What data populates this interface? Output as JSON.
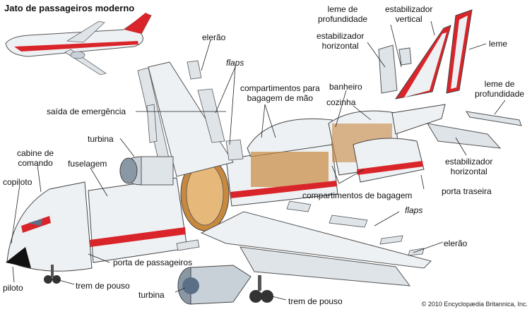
{
  "title": "Jato de passageiros moderno",
  "credit": "© 2010 Encyclopædia Britannica, Inc.",
  "labels": {
    "leme_prof_top": "leme de\nprofundidade",
    "estab_vertical": "estabilizador\nvertical",
    "estab_horiz_top": "estabilizador\nhorizontal",
    "leme": "leme",
    "leme_prof_right": "leme de\nprofundidade",
    "estab_horiz_right": "estabilizador\nhorizontal",
    "aileron_top": "elerão",
    "flaps_top": "flaps",
    "comp_mao": "compartimentos para\nbagagem de mão",
    "banheiro": "banheiro",
    "cozinha": "cozinha",
    "saida_emergencia": "saída de emergência",
    "turbina_top": "turbina",
    "cabine": "cabine de\ncomando",
    "fuselagem": "fuselagem",
    "copiloto": "copiloto",
    "porta_traseira": "porta traseira",
    "comp_bagagem": "compartimentos de bagagem",
    "flaps_bottom": "flaps",
    "aileron_bottom": "elerão",
    "porta_passageiros": "porta de passageiros",
    "piloto": "piloto",
    "trem_pouso_left": "trem de pouso",
    "turbina_bottom": "turbina",
    "trem_pouso_right": "trem de pouso"
  },
  "colors": {
    "accent_red": "#d9252a",
    "body_white": "#eef1f4",
    "body_grey": "#b9c3cc",
    "line": "#222222",
    "cabin_brown": "#c8893f",
    "window_blue": "#5b6f86"
  }
}
